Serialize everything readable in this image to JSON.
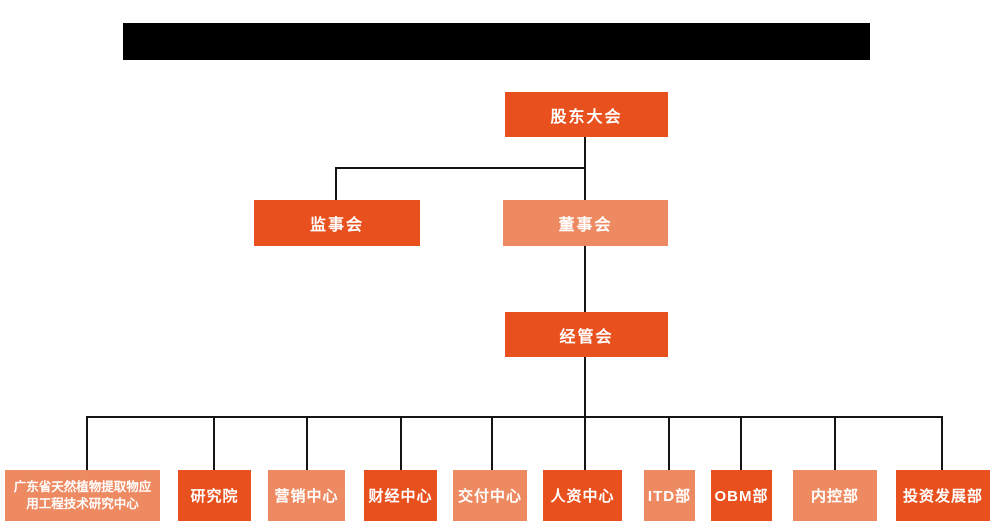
{
  "page": {
    "kind": "organization-chart",
    "title_block": {
      "state": "redacted",
      "text": ""
    }
  },
  "colors": {
    "node_dark_orange": "#E8501D",
    "node_light_orange": "#EE8A61",
    "connector_black": "#141414",
    "node_text": "#FFFFFF",
    "redaction": "#000000",
    "background": "#FFFFFF"
  },
  "org_chart": {
    "nodes": [
      {
        "id": "shareholders-meeting",
        "label": "股东大会",
        "variant": "dark",
        "level": 1,
        "parent": null
      },
      {
        "id": "supervisory-board",
        "label": "监事会",
        "variant": "dark",
        "level": 2,
        "parent": "shareholders-meeting"
      },
      {
        "id": "board-of-directors",
        "label": "董事会",
        "variant": "light",
        "level": 2,
        "parent": "shareholders-meeting"
      },
      {
        "id": "management-committee",
        "label": "经管会",
        "variant": "dark",
        "level": 3,
        "parent": "board-of-directors"
      }
    ],
    "departments": [
      {
        "id": "gd-plant-extract-research-center",
        "label": "广东省天然植物提取物应用工程技术研究中心",
        "variant": "light"
      },
      {
        "id": "research-institute",
        "label": "研究院",
        "variant": "dark"
      },
      {
        "id": "marketing-center",
        "label": "营销中心",
        "variant": "light"
      },
      {
        "id": "finance-center",
        "label": "财经中心",
        "variant": "dark"
      },
      {
        "id": "delivery-center",
        "label": "交付中心",
        "variant": "light"
      },
      {
        "id": "hr-center",
        "label": "人资中心",
        "variant": "dark"
      },
      {
        "id": "itd-dept",
        "label": "ITD部",
        "variant": "light"
      },
      {
        "id": "obm-dept",
        "label": "OBM部",
        "variant": "dark"
      },
      {
        "id": "internal-control-dept",
        "label": "内控部",
        "variant": "light"
      },
      {
        "id": "investment-development-dept",
        "label": "投资发展部",
        "variant": "dark"
      }
    ],
    "departments_parent": "management-committee"
  }
}
